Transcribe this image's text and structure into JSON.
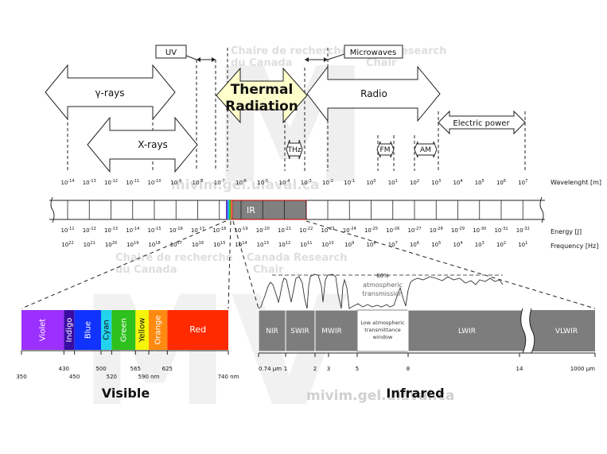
{
  "watermark": {
    "line1": "Chaire de recherche",
    "line2": "du Canada",
    "line3": "Canada Research",
    "line4": "Chair",
    "letters": [
      "M",
      "V",
      "M"
    ],
    "url": "mivim.gel.ulaval.ca"
  },
  "bands": {
    "gamma": "γ-rays",
    "xrays": "X-rays",
    "uv": "UV",
    "thermal1": "Thermal",
    "thermal2": "Radiation",
    "thz": "THz",
    "microwaves": "Microwaves",
    "radio": "Radio",
    "fm": "FM",
    "am": "AM",
    "electric": "Electric power",
    "ir": "IR"
  },
  "axis_labels": {
    "wavelength": "Wavelenght [m]",
    "energy": "Energy [J]",
    "frequency": "Frequency [Hz]"
  },
  "wavelength_ticks": [
    [
      "10",
      "-14"
    ],
    [
      "10",
      "-13"
    ],
    [
      "10",
      "-12"
    ],
    [
      "10",
      "-11"
    ],
    [
      "10",
      "-10"
    ],
    [
      "10",
      "-9"
    ],
    [
      "10",
      "-8"
    ],
    [
      "10",
      "-7"
    ],
    [
      "10",
      "-6"
    ],
    [
      "10",
      "-5"
    ],
    [
      "10",
      "-4"
    ],
    [
      "10",
      "-3"
    ],
    [
      "10",
      "-2"
    ],
    [
      "10",
      "-1"
    ],
    [
      "10",
      "0"
    ],
    [
      "10",
      "1"
    ],
    [
      "10",
      "2"
    ],
    [
      "10",
      "3"
    ],
    [
      "10",
      "4"
    ],
    [
      "10",
      "5"
    ],
    [
      "10",
      "6"
    ],
    [
      "10",
      "7"
    ]
  ],
  "energy_ticks": [
    [
      "10",
      "-11"
    ],
    [
      "10",
      "-12"
    ],
    [
      "10",
      "-13"
    ],
    [
      "10",
      "-14"
    ],
    [
      "10",
      "-15"
    ],
    [
      "10",
      "-16"
    ],
    [
      "10",
      "-17"
    ],
    [
      "10",
      "-18"
    ],
    [
      "10",
      "-19"
    ],
    [
      "10",
      "-20"
    ],
    [
      "10",
      "-21"
    ],
    [
      "10",
      "-22"
    ],
    [
      "10",
      "-23"
    ],
    [
      "10",
      "-24"
    ],
    [
      "10",
      "-25"
    ],
    [
      "10",
      "-26"
    ],
    [
      "10",
      "-27"
    ],
    [
      "10",
      "-28"
    ],
    [
      "10",
      "-29"
    ],
    [
      "10",
      "-30"
    ],
    [
      "10",
      "-31"
    ],
    [
      "10",
      "-32"
    ]
  ],
  "frequency_ticks": [
    [
      "10",
      "22"
    ],
    [
      "10",
      "21"
    ],
    [
      "10",
      "20"
    ],
    [
      "10",
      "19"
    ],
    [
      "10",
      "18"
    ],
    [
      "10",
      "17"
    ],
    [
      "10",
      "16"
    ],
    [
      "10",
      "15"
    ],
    [
      "10",
      "14"
    ],
    [
      "10",
      "13"
    ],
    [
      "10",
      "12"
    ],
    [
      "10",
      "11"
    ],
    [
      "10",
      "10"
    ],
    [
      "10",
      "9"
    ],
    [
      "10",
      "8"
    ],
    [
      "10",
      "7"
    ],
    [
      "10",
      "6"
    ],
    [
      "10",
      "5"
    ],
    [
      "10",
      "4"
    ],
    [
      "10",
      "3"
    ],
    [
      "10",
      "2"
    ],
    [
      "10",
      "1"
    ]
  ],
  "visible": {
    "title": "Visible",
    "bands": [
      {
        "label": "Violet",
        "color": "#9b30ff"
      },
      {
        "label": "Indigo",
        "color": "#3a0ca3"
      },
      {
        "label": "Blue",
        "color": "#1133ff"
      },
      {
        "label": "Cyan",
        "color": "#22d3ee"
      },
      {
        "label": "Green",
        "color": "#2ec01c"
      },
      {
        "label": "Yellow",
        "color": "#f5f50a"
      },
      {
        "label": "Orange",
        "color": "#ff8a10"
      },
      {
        "label": "Red",
        "color": "#ff2a00"
      }
    ],
    "ticks": [
      "350",
      "430",
      "450",
      "500",
      "520",
      "565",
      "590 nm",
      "625",
      "740 nm"
    ]
  },
  "infrared": {
    "title": "Infrared",
    "bands": [
      "NIR",
      "SWIR",
      "MWIR",
      "LWIR",
      "VLWIR"
    ],
    "window_lines": [
      "Low atmospheric",
      "transmittance",
      "window"
    ],
    "ticks": [
      "0.74 μm",
      "1",
      "2",
      "3",
      "5",
      "8",
      "14",
      "1000 μm"
    ],
    "transmission_pct": "80%",
    "transmission_label1": "atmospheric",
    "transmission_label2": "transmission"
  },
  "colors": {
    "thermal_fill": "#ffffcc",
    "ir_bar": "#808080",
    "ir_band": "#7d7d7d"
  }
}
